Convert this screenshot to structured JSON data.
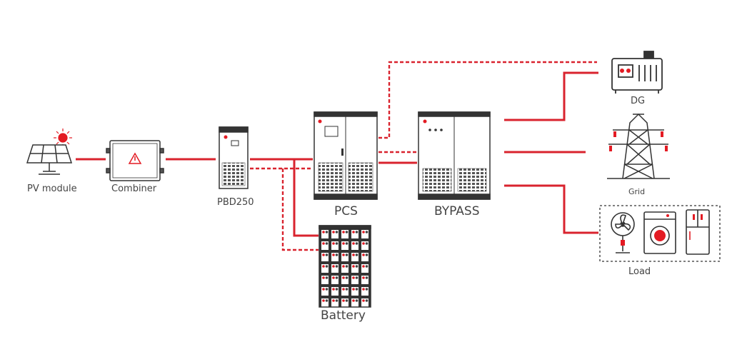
{
  "labels": {
    "pv_module": "PV module",
    "combiner": "Combiner",
    "pbd250": "PBD250",
    "pcs": "PCS",
    "bypass": "BYPASS",
    "battery": "Battery",
    "dg": "DG",
    "grid": "Grid",
    "load": "Load"
  },
  "colors": {
    "line": "#d9232e",
    "outline": "#333333",
    "accent": "#e31b23"
  },
  "icons": [
    "sun-icon",
    "solar-panel-icon",
    "combiner-box-icon",
    "pbd250-cabinet-icon",
    "pcs-cabinet-icon",
    "bypass-cabinet-icon",
    "battery-rack-icon",
    "generator-icon",
    "transmission-tower-icon",
    "fan-icon",
    "washing-machine-icon",
    "refrigerator-icon"
  ]
}
